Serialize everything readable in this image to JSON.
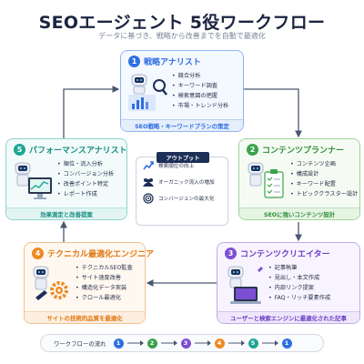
{
  "header": {
    "title": "SEOエージェント 5役ワークフロー",
    "subtitle": "データに基づき、戦略から改善までを自動で最適化"
  },
  "cards": [
    {
      "num": "1",
      "title": "戦略アナリスト",
      "items": [
        "競合分析",
        "キーワード調査",
        "検索意図の把握",
        "市場・トレンド分析"
      ],
      "footer": "SEO戦略・キーワードプランの策定",
      "color": "#2f6fe0"
    },
    {
      "num": "2",
      "title": "コンテンツプランナー",
      "items": [
        "コンテンツ企画",
        "構成設計",
        "キーワード配置",
        "トピッククラスター設計"
      ],
      "footer": "SEOに強いコンテンツ設計",
      "color": "#3aa34a"
    },
    {
      "num": "3",
      "title": "コンテンツクリエイター",
      "items": [
        "記事執筆",
        "見出し・本文作成",
        "内部リンク提案",
        "FAQ・リッチ要素作成"
      ],
      "footer": "ユーザーと検索エンジンに最適化された記事",
      "color": "#7b4fd4"
    },
    {
      "num": "4",
      "title": "テクニカル最適化エンジニア",
      "items": [
        "テクニカルSEO監査",
        "サイト速度改善",
        "構造化データ実装",
        "クロール最適化"
      ],
      "footer": "サイトの技術的品質を最適化",
      "color": "#ef8a25"
    },
    {
      "num": "5",
      "title": "パフォーマンスアナリスト",
      "items": [
        "順位・流入分析",
        "コンバージョン分析",
        "改善ポイント特定",
        "レポート作成"
      ],
      "footer": "効果測定と改善提案",
      "color": "#1fa595"
    }
  ],
  "output": {
    "label": "アウトプット",
    "items": [
      {
        "text": "検索順位の向上",
        "icon": "trend-up-icon"
      },
      {
        "text": "オーガニック流入の増加",
        "icon": "users-icon"
      },
      {
        "text": "コンバージョンの最大化",
        "icon": "target-icon"
      }
    ]
  },
  "flow": {
    "label": "ワークフローの流れ",
    "steps": [
      "1",
      "2",
      "3",
      "4",
      "5",
      "1"
    ]
  }
}
